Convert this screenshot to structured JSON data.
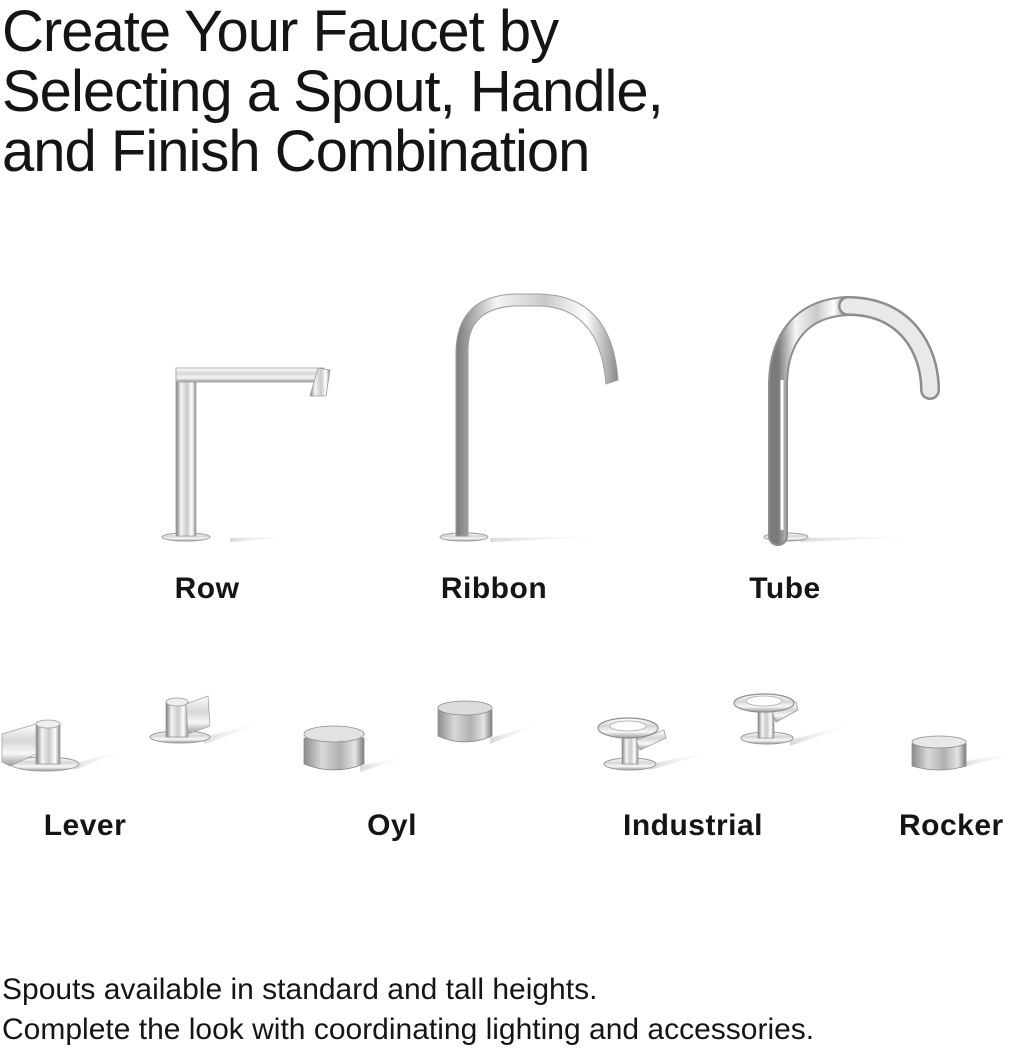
{
  "headline": {
    "line1": "Create Your Faucet by",
    "line2": "Selecting a Spout, Handle,",
    "line3": "and Finish Combination"
  },
  "spouts": [
    {
      "label": "Row",
      "icon": "row-spout-icon"
    },
    {
      "label": "Ribbon",
      "icon": "ribbon-spout-icon"
    },
    {
      "label": "Tube",
      "icon": "tube-spout-icon"
    }
  ],
  "handles": [
    {
      "label": "Lever",
      "icon": "lever-handle-icon"
    },
    {
      "label": "Oyl",
      "icon": "oyl-handle-icon"
    },
    {
      "label": "Industrial",
      "icon": "industrial-handle-icon"
    },
    {
      "label": "Rocker",
      "icon": "rocker-handle-icon"
    }
  ],
  "footer": {
    "line1": "Spouts available in standard and tall heights.",
    "line2": "Complete the look with coordinating lighting and accessories."
  },
  "colors": {
    "text": "#151515",
    "chrome_light": "#f2f2f2",
    "chrome_mid": "#b8b8b8",
    "chrome_dark": "#6a6a6a",
    "background": "#ffffff"
  }
}
